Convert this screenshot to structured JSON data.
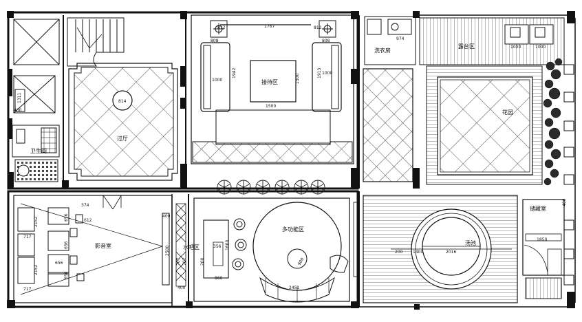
{
  "rooms": {
    "reception": "接待区",
    "hall": "过厅",
    "garden": "花园",
    "laundry": "洗衣房",
    "cinema": "影音室",
    "bar": "水吧区",
    "multi": "多功能区",
    "spa": "汤池",
    "bath": "卫生间",
    "deck": "露台区",
    "storage": "储藏室"
  },
  "dims": {
    "d1767": "1767",
    "d808a": "808",
    "d808b": "808",
    "d812a": "812",
    "d812b": "812",
    "d1942": "1942",
    "d1913": "1913",
    "d1000a": "1000",
    "d1000b": "1000",
    "d1500a": "1500",
    "d1500b": "1500",
    "d814": "814",
    "d1311": "1311",
    "d400a": "400",
    "d974": "974",
    "d1000c": "1000",
    "d1000d": "1000",
    "d374": "374",
    "d612": "612",
    "d656a": "656",
    "d656b": "656",
    "d656c": "656",
    "d656d": "656",
    "d717a": "717",
    "d717b": "717",
    "d2152a": "2152",
    "d2152b": "2152",
    "d400b": "400",
    "d2500": "2500",
    "d707a": "707",
    "d707b": "707",
    "d400c": "400",
    "d356": "356",
    "d1600": "1600",
    "d200": "200",
    "d860": "860",
    "d900": "900",
    "d2451": "2451",
    "d2016": "2016",
    "d1400": "1400",
    "d200b": "200",
    "d1850": "1850",
    "d400d": "400"
  },
  "colors": {
    "wall": "#111111",
    "line": "#1a1a1a",
    "plant": "#2a2a2a"
  }
}
